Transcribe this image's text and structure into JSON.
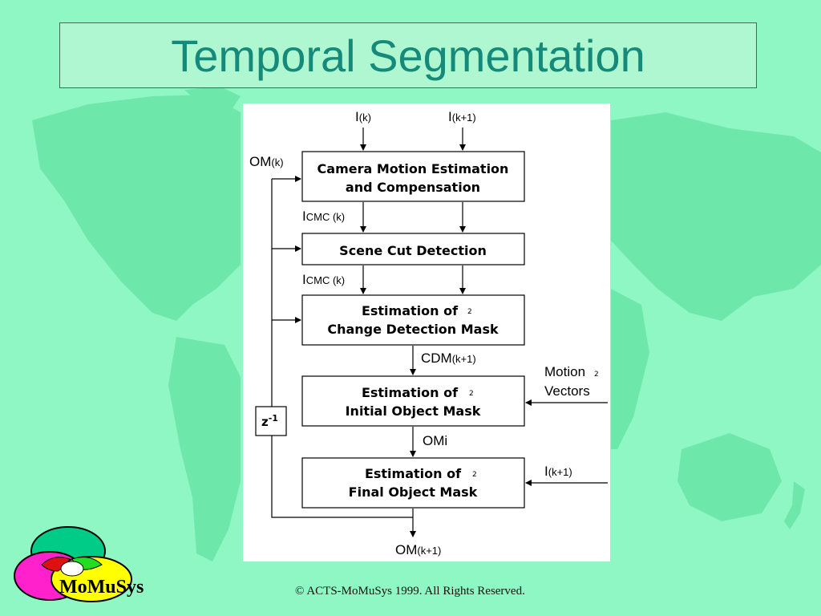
{
  "slide": {
    "title": "Temporal Segmentation",
    "copyright": "© ACTS-MoMuSys 1999. All Rights Reserved.",
    "logo_text": "MoMuSys"
  },
  "diagram": {
    "inputs": {
      "ik_base": "I",
      "ik_sub": "(k)",
      "ik1_base": "I",
      "ik1_sub": "(k+1)",
      "om_base": "OM",
      "om_sub": "(k)"
    },
    "boxes": {
      "camera_line1": "Camera Motion Estimation",
      "camera_line2": "and Compensation",
      "scene_cut": "Scene Cut Detection",
      "cdm_line1": "Estimation of",
      "cdm_line2": "Change Detection Mask",
      "initial_line1": "Estimation of",
      "initial_line2": "Initial Object Mask",
      "final_line1": "Estimation of",
      "final_line2": "Final Object Mask"
    },
    "labels": {
      "icmc1_base": "I",
      "icmc1_sub": "CMC (k)",
      "icmc2_base": "I",
      "icmc2_sub": "CMC (k)",
      "cdm_base": "CDM",
      "cdm_sub": "(k+1)",
      "motion_line1": "Motion",
      "motion_line2": "Vectors",
      "omi": "OMi",
      "ik1_right_base": "I",
      "ik1_right_sub": "(k+1)",
      "delay_base": "z",
      "delay_sup": "-1",
      "output_base": "OM",
      "output_sub": "(k+1)"
    },
    "stray_mark": "2"
  },
  "colors": {
    "background": "#8ff7c4",
    "continents": "#6ee8aa",
    "title_text": "#168a7a",
    "title_box": "#aef7d0"
  }
}
